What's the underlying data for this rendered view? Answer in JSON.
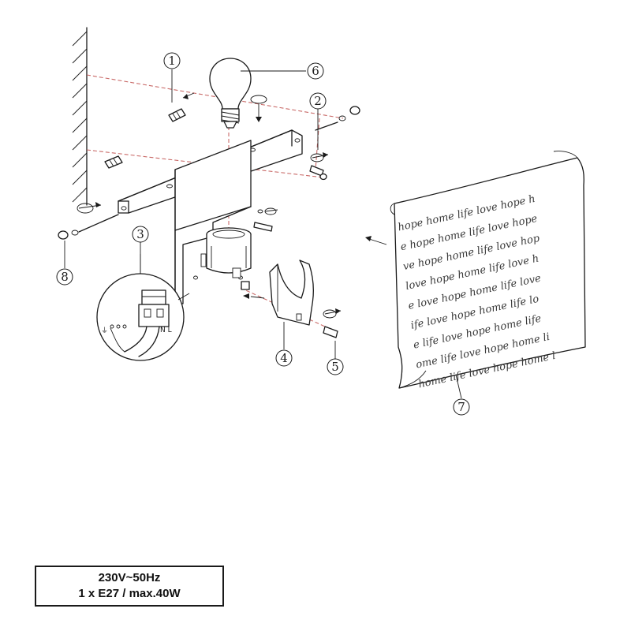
{
  "callouts": [
    {
      "number": "1"
    },
    {
      "number": "2"
    },
    {
      "number": "3"
    },
    {
      "number": "4"
    },
    {
      "number": "5"
    },
    {
      "number": "6"
    },
    {
      "number": "7"
    },
    {
      "number": "8"
    }
  ],
  "shade_pattern_rows": [
    "hope home life love hope h",
    "e hope home life love hope",
    "ve hope home life love hop",
    "love hope home life love h",
    "e love hope home life love",
    "ife love hope home life lo",
    "e life love hope home life",
    "ome life love hope home li",
    "home life love hope home l"
  ],
  "wiring": {
    "terminal_labels": "N L",
    "ground_symbol": "⏚"
  },
  "spec": {
    "voltage": "230V~50Hz",
    "bulb": "1 x E27 / max.40W"
  },
  "colors": {
    "line": "#1a1a1a",
    "guide_dashes": "#c0504d",
    "background": "#ffffff"
  }
}
